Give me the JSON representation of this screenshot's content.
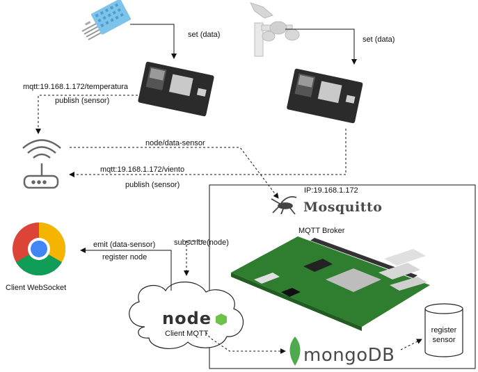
{
  "labels": {
    "set_left": "set (data)",
    "set_right": "set (data)",
    "mqtt_temp": "mqtt:19.168.1.172/temperatura",
    "publish_left": "publish (sensor)",
    "node_data_sensor": "node/data-sensor",
    "mqtt_viento": "mqtt:19.168.1.172/viento",
    "publish_bottom": "publish (sensor)",
    "ip": "IP:19.168.1.172",
    "broker": "MQTT Broker",
    "emit": "emit (data-sensor)",
    "register_node": "register node",
    "subscribe": "subscribe(node)",
    "client_ws": "Client WebSocket",
    "client_mqtt": "Client MQTT",
    "register_sensor_1": "register",
    "register_sensor_2": "sensor"
  },
  "logos": {
    "mosquitto": "Mosquitto",
    "mongodb": "mongoDB",
    "node": "node"
  },
  "icons": [
    "dht-sensor-icon",
    "weather-vane-icon",
    "esp8266-board-icon",
    "wifi-router-icon",
    "chrome-icon",
    "raspberry-pi-icon",
    "mosquitto-logo",
    "mongodb-leaf-icon",
    "database-icon",
    "cloud-shape"
  ],
  "colors": {
    "chrome_red": "#db4437",
    "chrome_green": "#0f9d58",
    "chrome_yellow": "#f4b400",
    "chrome_blue": "#4285f4",
    "mongo_green": "#4fa94d",
    "board_green": "#2f7d2f",
    "node_green": "#6cc24a",
    "sensor_blue": "#7ec3ea"
  }
}
